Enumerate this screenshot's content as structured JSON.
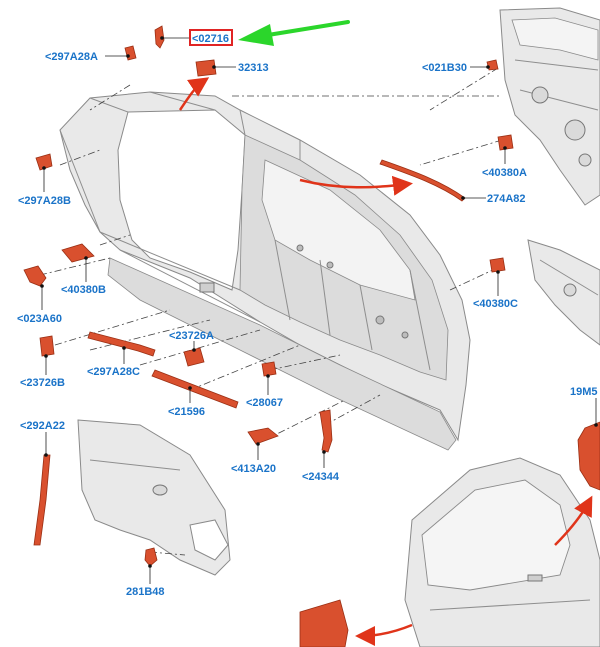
{
  "colors": {
    "label": "#1a73c8",
    "part": "#d9502e",
    "highlight_box": "#e02424",
    "pointer_arrow": "#2bd62b",
    "red_arrow": "#e0341a",
    "body": "#e9e9e9"
  },
  "labels": {
    "p02716": "<02716",
    "p297A28A": "<297A28A",
    "p32313": "32313",
    "p021B30": "<021B30",
    "p297A28B": "<297A28B",
    "p40380A": "<40380A",
    "p274A82": "274A82",
    "p40380B": "<40380B",
    "p023A60": "<023A60",
    "p40380C": "<40380C",
    "p23726A": "<23726A",
    "p297A28C": "<297A28C",
    "p23726B": "<23726B",
    "p21596": "<21596",
    "p28067": "<28067",
    "p292A22": "<292A22",
    "p19M5": "19M5",
    "p413A20": "<413A20",
    "p24344": "<24344",
    "p281B48": "281B48"
  },
  "icons": {
    "pointer": "green-pointer-arrow-icon",
    "move": "red-curved-arrow-icon"
  }
}
